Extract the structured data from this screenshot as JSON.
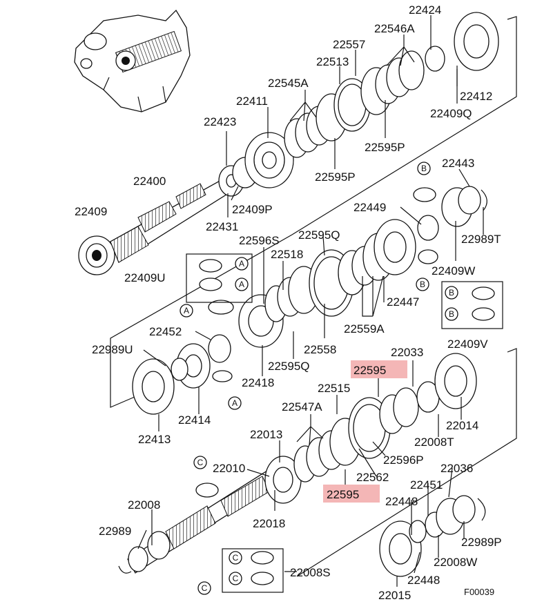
{
  "figure_code": "F00039",
  "callout_letters": {
    "a": "A",
    "b": "B",
    "c": "C"
  },
  "highlight_color": "#f4b6b6",
  "labels": {
    "p22424": "22424",
    "p22546A": "22546A",
    "p22557": "22557",
    "p22513": "22513",
    "p22545A": "22545A",
    "p22411": "22411",
    "p22423": "22423",
    "p22412": "22412",
    "p22409Q": "22409Q",
    "p22595P_a": "22595P",
    "p22595P_b": "22595P",
    "p22400": "22400",
    "p22409P": "22409P",
    "p22431": "22431",
    "p22409": "22409",
    "p22443": "22443",
    "p22449": "22449",
    "p22989T": "22989T",
    "p22596S": "22596S",
    "p22595Q_a": "22595Q",
    "p22518": "22518",
    "p22409U": "22409U",
    "p22409W": "22409W",
    "p22447": "22447",
    "p22559A": "22559A",
    "p22452": "22452",
    "p22558": "22558",
    "p22409V": "22409V",
    "p22989U": "22989U",
    "p22595Q_b": "22595Q",
    "p22418": "22418",
    "p22033": "22033",
    "p22595_a": "22595",
    "p22414": "22414",
    "p22413": "22413",
    "p22515": "22515",
    "p22547A": "22547A",
    "p22014": "22014",
    "p22013": "22013",
    "p22008T": "22008T",
    "p22596P": "22596P",
    "p22010": "22010",
    "p22036": "22036",
    "p22562": "22562",
    "p22451": "22451",
    "p22595_b": "22595",
    "p22448_a": "22448",
    "p22008": "22008",
    "p22018": "22018",
    "p22989P": "22989P",
    "p22989": "22989",
    "p22008W": "22008W",
    "p22448_b": "22448",
    "p22008S": "22008S",
    "p22015": "22015"
  }
}
